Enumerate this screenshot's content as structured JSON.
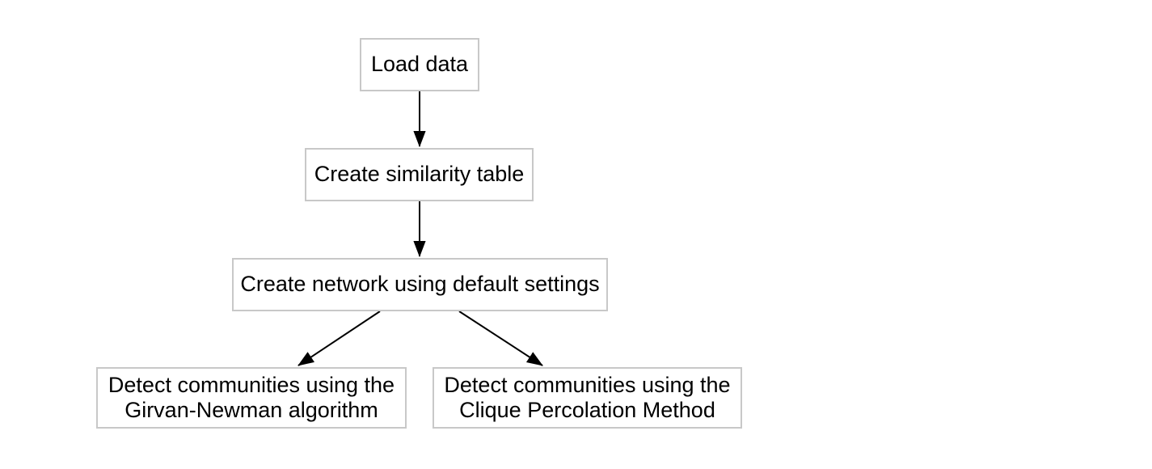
{
  "diagram": {
    "type": "flowchart",
    "background_color": "#ffffff",
    "box_border_color": "#c8c8c8",
    "box_fill_color": "#ffffff",
    "arrow_color": "#000000",
    "text_color": "#000000",
    "nodes": [
      {
        "id": "load-data",
        "label": "Load data"
      },
      {
        "id": "create-similarity-table",
        "label": "Create similarity table"
      },
      {
        "id": "create-network-default-settings",
        "label": "Create network using default settings"
      },
      {
        "id": "detect-girvan-newman",
        "label": "Detect communities using the Girvan-Newman algorithm"
      },
      {
        "id": "detect-clique-percolation",
        "label": "Detect communities using the Clique Percolation Method"
      }
    ],
    "edges": [
      {
        "from": "load-data",
        "to": "create-similarity-table"
      },
      {
        "from": "create-similarity-table",
        "to": "create-network-default-settings"
      },
      {
        "from": "create-network-default-settings",
        "to": "detect-girvan-newman"
      },
      {
        "from": "create-network-default-settings",
        "to": "detect-clique-percolation"
      }
    ]
  }
}
